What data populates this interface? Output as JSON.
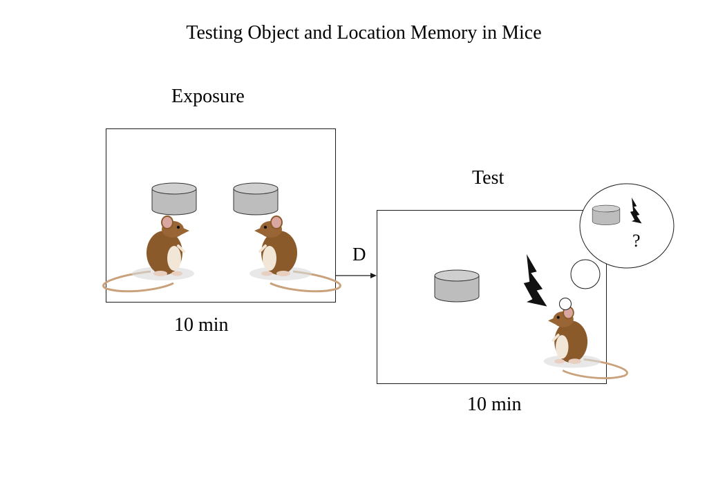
{
  "title": "Testing Object and Location Memory in Mice",
  "phases": {
    "exposure": {
      "label": "Exposure",
      "duration": "10 min"
    },
    "test": {
      "label": "Test",
      "duration": "10 min"
    }
  },
  "delay_label": "D",
  "thought_label": "?",
  "icons": [
    "mouse-icon",
    "cylinder-object-icon",
    "zigzag-object-icon",
    "thought-bubble-icon"
  ],
  "colors": {
    "object_fill": "#bdbdbd",
    "mouse_fur": "#8b5a2b",
    "line": "#1a1a1a"
  }
}
